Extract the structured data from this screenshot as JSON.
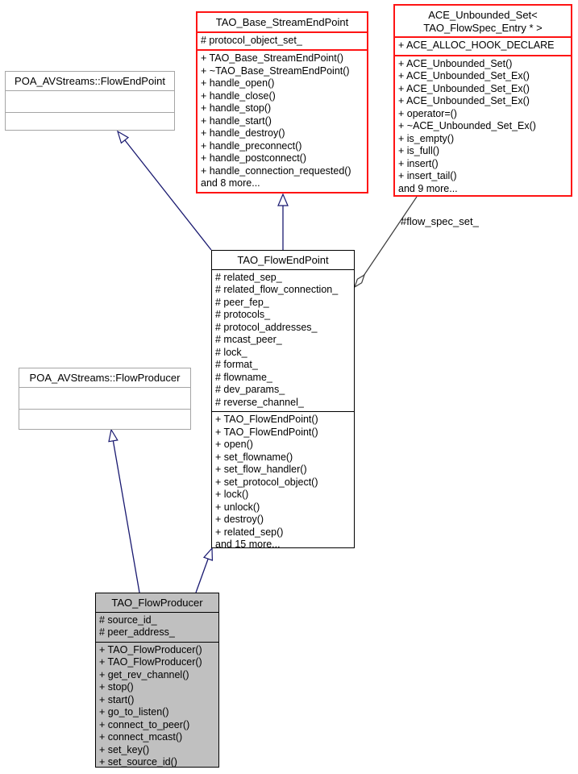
{
  "diagram": {
    "type": "uml-collaboration-graph",
    "edge_label": "#flow_spec_set_",
    "colors": {
      "inheritance_arrow": "#191970",
      "usage_arrow": "#3c3c3c",
      "truncated_node_border": "#fe1414",
      "external_node_border": "#a5a5a5",
      "node_border": "#000000",
      "current_node_fill": "#c0c0c0"
    },
    "classes": {
      "poa_flow_end_point": {
        "title": "POA_AVStreams::FlowEndPoint"
      },
      "tao_base_stream_end_point": {
        "title": "TAO_Base_StreamEndPoint",
        "attributes": [
          "# protocol_object_set_"
        ],
        "methods": [
          "+ TAO_Base_StreamEndPoint()",
          "+ ~TAO_Base_StreamEndPoint()",
          "+ handle_open()",
          "+ handle_close()",
          "+ handle_stop()",
          "+ handle_start()",
          "+ handle_destroy()",
          "+ handle_preconnect()",
          "+ handle_postconnect()",
          "+ handle_connection_requested()",
          "and 8 more..."
        ]
      },
      "ace_unbounded_set": {
        "title": "ACE_Unbounded_Set<\nTAO_FlowSpec_Entry * >",
        "attributes": [
          "+ ACE_ALLOC_HOOK_DECLARE"
        ],
        "methods": [
          "+ ACE_Unbounded_Set()",
          "+ ACE_Unbounded_Set_Ex()",
          "+ ACE_Unbounded_Set_Ex()",
          "+ ACE_Unbounded_Set_Ex()",
          "+ operator=()",
          "+ ~ACE_Unbounded_Set_Ex()",
          "+ is_empty()",
          "+ is_full()",
          "+ insert()",
          "+ insert_tail()",
          "and 9 more..."
        ]
      },
      "tao_flow_end_point": {
        "title": "TAO_FlowEndPoint",
        "attributes": [
          "# related_sep_",
          "# related_flow_connection_",
          "# peer_fep_",
          "# protocols_",
          "# protocol_addresses_",
          "# mcast_peer_",
          "# lock_",
          "# format_",
          "# flowname_",
          "# dev_params_",
          "# reverse_channel_"
        ],
        "methods": [
          "+ TAO_FlowEndPoint()",
          "+ TAO_FlowEndPoint()",
          "+ open()",
          "+ set_flowname()",
          "+ set_flow_handler()",
          "+ set_protocol_object()",
          "+ lock()",
          "+ unlock()",
          "+ destroy()",
          "+ related_sep()",
          "and 15 more..."
        ]
      },
      "poa_flow_producer": {
        "title": "POA_AVStreams::FlowProducer"
      },
      "tao_flow_producer": {
        "title": "TAO_FlowProducer",
        "attributes": [
          "# source_id_",
          "# peer_address_"
        ],
        "methods": [
          "+ TAO_FlowProducer()",
          "+ TAO_FlowProducer()",
          "+ get_rev_channel()",
          "+ stop()",
          "+ start()",
          "+ go_to_listen()",
          "+ connect_to_peer()",
          "+ connect_mcast()",
          "+ set_key()",
          "+ set_source_id()"
        ]
      }
    }
  }
}
